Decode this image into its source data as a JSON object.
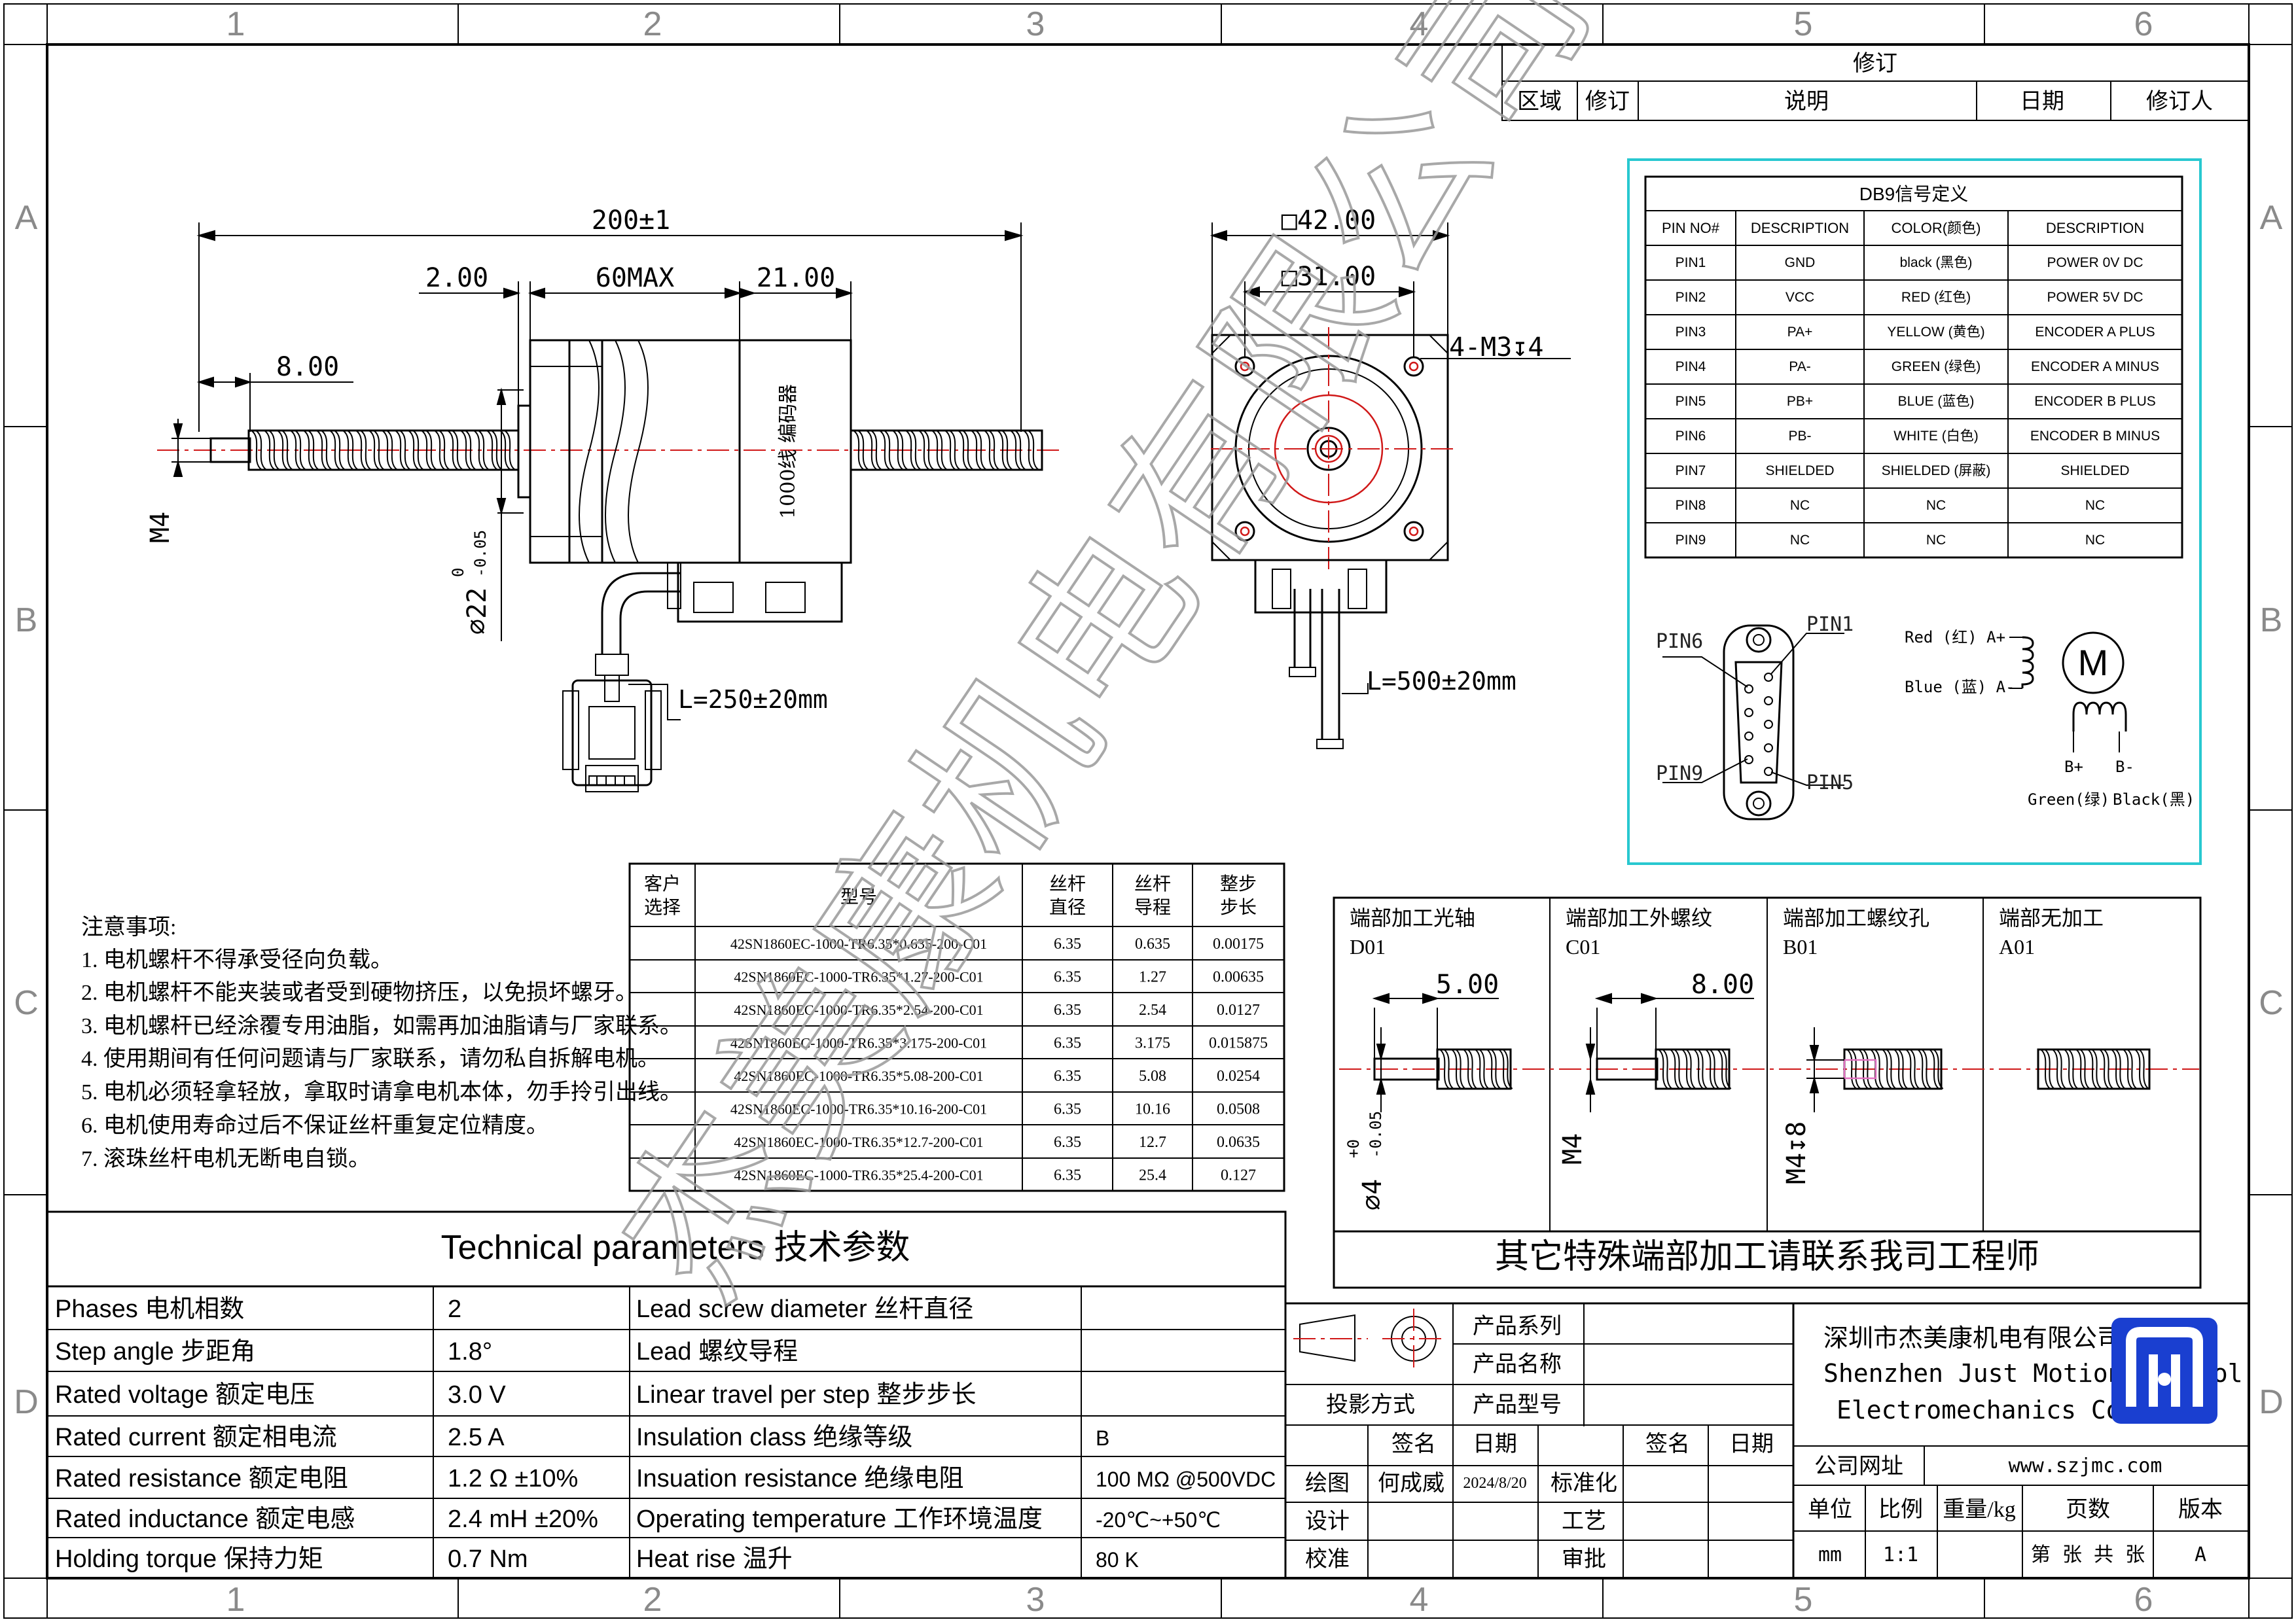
{
  "border": {
    "columns_top": [
      "1",
      "2",
      "3",
      "4",
      "5",
      "6"
    ],
    "columns_bottom": [
      "1",
      "2",
      "3",
      "4",
      "5",
      "6"
    ],
    "rows": [
      "A",
      "B",
      "C",
      "D"
    ]
  },
  "revision_block": {
    "title": "修订",
    "headers": [
      "区域",
      "修订",
      "说明",
      "日期",
      "修订人"
    ]
  },
  "db9_table": {
    "title": "DB9信号定义",
    "headers": [
      "PIN NO#",
      "DESCRIPTION",
      "COLOR(颜色)",
      "DESCRIPTION"
    ],
    "rows": [
      [
        "PIN1",
        "GND",
        "black (黑色)",
        "POWER 0V DC"
      ],
      [
        "PIN2",
        "VCC",
        "RED (红色)",
        "POWER 5V DC"
      ],
      [
        "PIN3",
        "PA+",
        "YELLOW (黄色)",
        "ENCODER A PLUS"
      ],
      [
        "PIN4",
        "PA-",
        "GREEN (绿色)",
        "ENCODER A MINUS"
      ],
      [
        "PIN5",
        "PB+",
        "BLUE (蓝色)",
        "ENCODER B PLUS"
      ],
      [
        "PIN6",
        "PB-",
        "WHITE (白色)",
        "ENCODER B MINUS"
      ],
      [
        "PIN7",
        "SHIELDED",
        "SHIELDED (屏蔽)",
        "SHIELDED"
      ],
      [
        "PIN8",
        "NC",
        "NC",
        "NC"
      ],
      [
        "PIN9",
        "NC",
        "NC",
        "NC"
      ]
    ]
  },
  "db9_diagram": {
    "pin6": "PIN6",
    "pin1": "PIN1",
    "pin9": "PIN9",
    "pin5": "PIN5",
    "red_label": "Red (红) A+",
    "blue_label": "Blue (蓝) A-",
    "motor_symbol": "M",
    "b_plus": "B+",
    "b_minus": "B-",
    "green_label": "Green(绿)",
    "black_label": "Black(黑)"
  },
  "side_view": {
    "dim_total": "200±1",
    "dim_left": "2.00",
    "dim_body": "60MAX",
    "dim_right": "21.00",
    "dim_end": "8.00",
    "dim_m4": "M4",
    "dim_pilot": "⌀22",
    "dim_pilot_tol_upper": "0",
    "dim_pilot_tol_lower": "-0.05",
    "encoder_label": "1000线 编码器",
    "cable_length": "L=250±20mm"
  },
  "front_view": {
    "dim_outer": "□42.00",
    "dim_hole_pitch": "□31.00",
    "dim_holes": "4-M3↧4",
    "cable_length": "L=500±20mm"
  },
  "notes": {
    "title": "注意事项:",
    "items": [
      "1. 电机螺杆不得承受径向负载。",
      "2. 电机螺杆不能夹装或者受到硬物挤压，以免损坏螺牙。",
      "3. 电机螺杆已经涂覆专用油脂，如需再加油脂请与厂家联系。",
      "4. 使用期间有任何问题请与厂家联系，请勿私自拆解电机。",
      "5. 电机必须轻拿轻放，拿取时请拿电机本体，勿手拎引出线。",
      "6. 电机使用寿命过后不保证丝杆重复定位精度。",
      "7. 滚珠丝杆电机无断电自锁。"
    ]
  },
  "model_table": {
    "headers": [
      "客户\n选择",
      "型号",
      "丝杆\n直径",
      "丝杆\n导程",
      "整步\n步长"
    ],
    "rows": [
      [
        "",
        "42SN1860EC-1000-TR6.35*0.635-200-C01",
        "6.35",
        "0.635",
        "0.00175"
      ],
      [
        "",
        "42SN1860EC-1000-TR6.35*1.27-200-C01",
        "6.35",
        "1.27",
        "0.00635"
      ],
      [
        "",
        "42SN1860EC-1000-TR6.35*2.54-200-C01",
        "6.35",
        "2.54",
        "0.0127"
      ],
      [
        "",
        "42SN1860EC-1000-TR6.35*3.175-200-C01",
        "6.35",
        "3.175",
        "0.015875"
      ],
      [
        "",
        "42SN1860EC-1000-TR6.35*5.08-200-C01",
        "6.35",
        "5.08",
        "0.0254"
      ],
      [
        "",
        "42SN1860EC-1000-TR6.35*10.16-200-C01",
        "6.35",
        "10.16",
        "0.0508"
      ],
      [
        "",
        "42SN1860EC-1000-TR6.35*12.7-200-C01",
        "6.35",
        "12.7",
        "0.0635"
      ],
      [
        "",
        "42SN1860EC-1000-TR6.35*25.4-200-C01",
        "6.35",
        "25.4",
        "0.127"
      ]
    ]
  },
  "end_machining": {
    "cells": [
      {
        "title": "端部加工光轴",
        "code": "D01",
        "dim": "5.00",
        "vert": "⌀4",
        "vert_tol_upper": "+0",
        "vert_tol_lower": "-0.05"
      },
      {
        "title": "端部加工外螺纹",
        "code": "C01",
        "dim": "8.00",
        "vert": "M4"
      },
      {
        "title": "端部加工螺纹孔",
        "code": "B01",
        "vert": "M4↧8"
      },
      {
        "title": "端部无加工",
        "code": "A01"
      }
    ],
    "footer": "其它特殊端部加工请联系我司工程师"
  },
  "tech_params": {
    "title": "Technical parameters 技术参数",
    "rows": [
      [
        "Phases 电机相数",
        "2",
        "Lead screw diameter 丝杆直径",
        ""
      ],
      [
        "Step angle 步距角",
        "1.8°",
        "Lead 螺纹导程",
        ""
      ],
      [
        "Rated voltage 额定电压",
        "3.0 V",
        "Linear travel per step 整步步长",
        ""
      ],
      [
        "Rated current 额定相电流",
        "2.5 A",
        "Insulation class 绝缘等级",
        "B"
      ],
      [
        "Rated resistance 额定电阻",
        "1.2 Ω  ±10%",
        "Insuation resistance 绝缘电阻",
        "100 MΩ @500VDC"
      ],
      [
        "Rated inductance 额定电感",
        "2.4 mH ±20%",
        "Operating temperature 工作环境温度",
        "-20℃~+50℃"
      ],
      [
        "Holding torque 保持力矩",
        "0.7 Nm",
        "Heat rise 温升",
        "80 K"
      ]
    ]
  },
  "title_block": {
    "series_label": "产品系列",
    "name_label": "产品名称",
    "type_label": "产品型号",
    "projection_label": "投影方式",
    "sign_label": "签名",
    "date_label": "日期",
    "sign_label2": "签名",
    "date_label2": "日期",
    "draw_label": "绘图",
    "draw_name": "何成威",
    "draw_date": "2024/8/20",
    "std_label": "标准化",
    "design_label": "设计",
    "process_label": "工艺",
    "check_label": "校准",
    "approve_label": "审批",
    "company_cn": "深圳市杰美康机电有限公司",
    "company_en1": "Shenzhen Just Motion Control",
    "company_en2": "Electromechanics Co.,LTD",
    "website_label": "公司网址",
    "website": "www.szjmc.com",
    "unit_label": "单位",
    "scale_label": "比例",
    "weight_label": "重量/kg",
    "pages_label": "页数",
    "version_label": "版本",
    "unit": "mm",
    "scale": "1:1",
    "pages": "第 张 共 张",
    "version": "A"
  },
  "watermark": "杰美康机电有限公司",
  "colors": {
    "red_center": "#d01818",
    "cyan_frame": "#28c8d0",
    "logo_blue": "#1a3fd0"
  }
}
